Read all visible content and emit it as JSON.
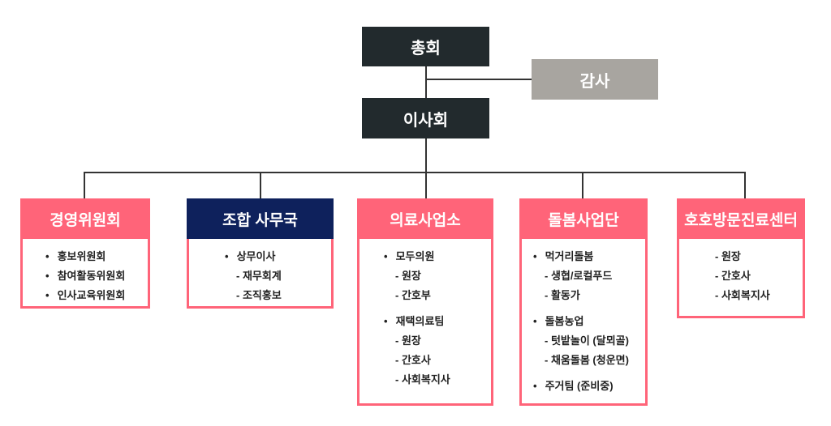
{
  "general_assembly": "총회",
  "auditor": "감사",
  "board": "이사회",
  "departments": [
    {
      "title": "경영위원회",
      "items": [
        {
          "t": "b",
          "text": "홍보위원회"
        },
        {
          "t": "b",
          "text": "참여활동위원회"
        },
        {
          "t": "b",
          "text": "인사교육위원회"
        }
      ]
    },
    {
      "title": "조합 사무국",
      "items": [
        {
          "t": "b",
          "text": "상무이사"
        },
        {
          "t": "s",
          "text": "재무회계"
        },
        {
          "t": "s",
          "text": "조직홍보"
        }
      ]
    },
    {
      "title": "의료사업소",
      "items": [
        {
          "t": "b",
          "text": "모두의원"
        },
        {
          "t": "s",
          "text": "원장"
        },
        {
          "t": "s",
          "text": "간호부"
        },
        {
          "t": "b",
          "text": "재택의료팀"
        },
        {
          "t": "s",
          "text": "원장"
        },
        {
          "t": "s",
          "text": "간호사"
        },
        {
          "t": "s",
          "text": "사회복지사"
        }
      ]
    },
    {
      "title": "돌봄사업단",
      "items": [
        {
          "t": "b",
          "text": "먹거리돌봄"
        },
        {
          "t": "s",
          "text": "생협/로컬푸드"
        },
        {
          "t": "s",
          "text": "활동가"
        },
        {
          "t": "b",
          "text": "돌봄농업"
        },
        {
          "t": "s",
          "text": "텃밭놀이 (달뫼골)"
        },
        {
          "t": "s",
          "text": "채움돌봄 (청운면)"
        },
        {
          "t": "b",
          "text": "주거팀 (준비중)"
        }
      ]
    },
    {
      "title": "호호방문진료센터",
      "items": [
        {
          "t": "s",
          "text": "원장"
        },
        {
          "t": "s",
          "text": "간호사"
        },
        {
          "t": "s",
          "text": "사회복지사"
        }
      ]
    }
  ]
}
